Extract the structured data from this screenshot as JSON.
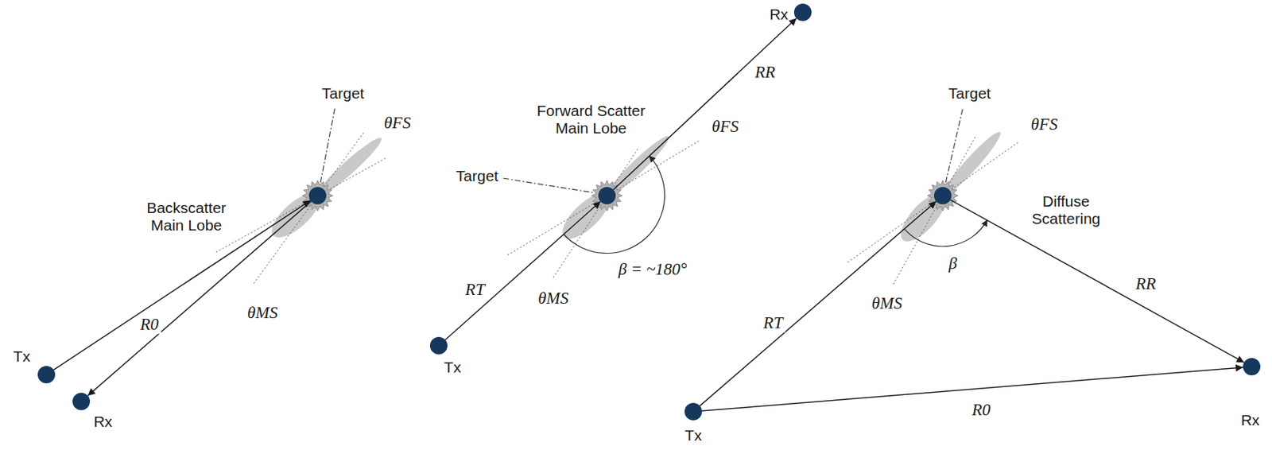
{
  "diagram": {
    "nodes": [
      {
        "text": [
          "Tx"
        ]
      },
      {
        "text": [
          "Rx"
        ]
      },
      {
        "text": [
          "Target"
        ]
      },
      {
        "text": [
          "Tx"
        ]
      },
      {
        "text": [
          "Target"
        ]
      },
      {
        "text": [
          "Rx"
        ]
      },
      {
        "text": [
          "Tx"
        ]
      },
      {
        "text": [
          "Target"
        ]
      },
      {
        "text": [
          "Rx"
        ]
      }
    ],
    "edges": [
      {
        "from": 0,
        "to": 2,
        "arrow": "to",
        "label": "R0"
      },
      {
        "from": 2,
        "to": 1,
        "arrow": "to"
      },
      {
        "from": 3,
        "to": 4,
        "arrow": "to",
        "label": "RT"
      },
      {
        "from": 4,
        "to": 5,
        "arrow": "to",
        "label": "RR"
      },
      {
        "from": 6,
        "to": 7,
        "arrow": "to",
        "label": "RT"
      },
      {
        "from": 7,
        "to": 8,
        "arrow": "to",
        "label": "RR"
      },
      {
        "from": 6,
        "to": 8,
        "arrow": "to",
        "label": "R0"
      }
    ],
    "labels": [
      "Backscatter Main Lobe",
      "θFS",
      "θMS",
      "Forward Scatter Main Lobe",
      "θFS",
      "θMS",
      "β = ~180°",
      "Diffuse Scattering",
      "θFS",
      "θMS",
      "β"
    ]
  }
}
